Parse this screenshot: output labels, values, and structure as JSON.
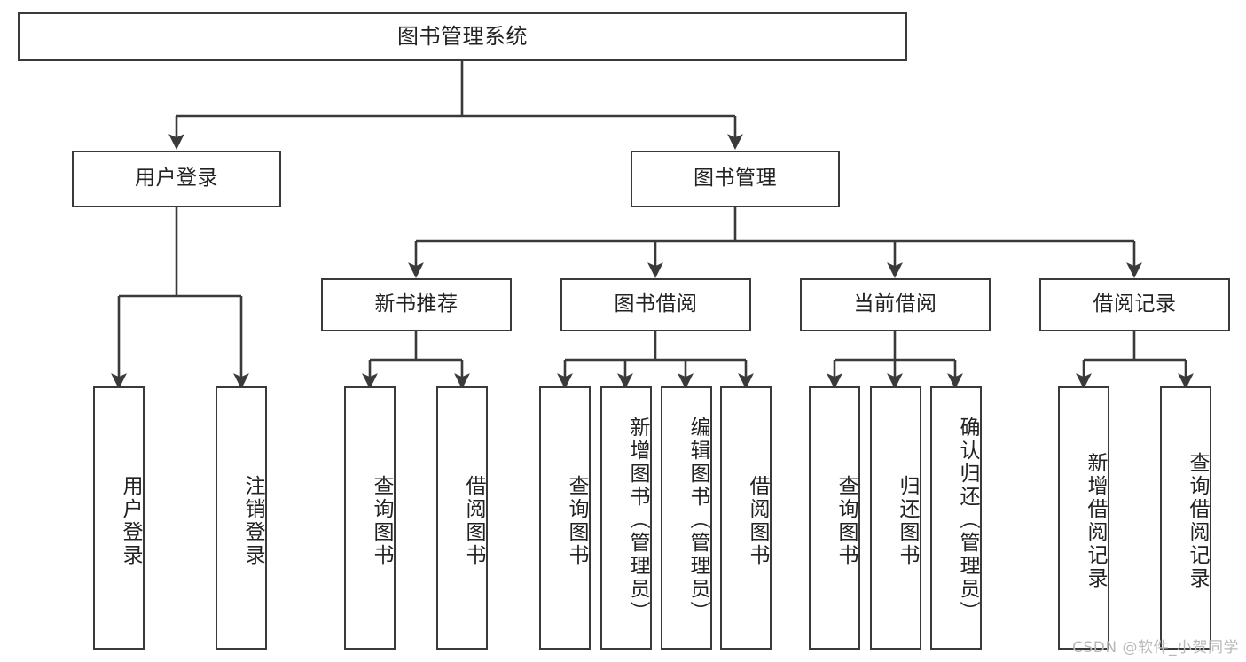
{
  "diagram": {
    "title": "图书管理系统",
    "type": "tree-hierarchy-chart",
    "background_color": "#ffffff",
    "border_color": "#3a3a3a",
    "text_color": "#222222"
  },
  "nodes": {
    "root": {
      "label": "图书管理系统"
    },
    "level2": [
      {
        "id": "user-login",
        "label": "用户登录"
      },
      {
        "id": "book-manage",
        "label": "图书管理"
      }
    ],
    "level3": [
      {
        "id": "new-book-recommend",
        "label": "新书推荐"
      },
      {
        "id": "book-borrow",
        "label": "图书借阅"
      },
      {
        "id": "current-borrow",
        "label": "当前借阅"
      },
      {
        "id": "borrow-record",
        "label": "借阅记录"
      }
    ],
    "leaves": {
      "user_login": [
        {
          "id": "leaf-user-login",
          "label": "用户登录"
        },
        {
          "id": "leaf-logout-login",
          "label": "注销登录"
        }
      ],
      "new_book_recommend": [
        {
          "id": "leaf-query-book-1",
          "label": "查询图书"
        },
        {
          "id": "leaf-borrow-book-1",
          "label": "借阅图书"
        }
      ],
      "book_borrow": [
        {
          "id": "leaf-query-book-2",
          "label": "查询图书"
        },
        {
          "id": "leaf-add-book",
          "label": "新增图书（管理员）"
        },
        {
          "id": "leaf-edit-book",
          "label": "编辑图书（管理员）"
        },
        {
          "id": "leaf-borrow-book-2",
          "label": "借阅图书"
        }
      ],
      "current_borrow": [
        {
          "id": "leaf-query-book-3",
          "label": "查询图书"
        },
        {
          "id": "leaf-return-book",
          "label": "归还图书"
        },
        {
          "id": "leaf-confirm-return",
          "label": "确认归还（管理员）"
        }
      ],
      "borrow_record": [
        {
          "id": "leaf-add-borrow-record",
          "label": "新增借阅记录"
        },
        {
          "id": "leaf-query-borrow-record",
          "label": "查询借阅记录"
        }
      ]
    }
  },
  "watermark": {
    "text": "CSDN @软件_小贺同学"
  }
}
